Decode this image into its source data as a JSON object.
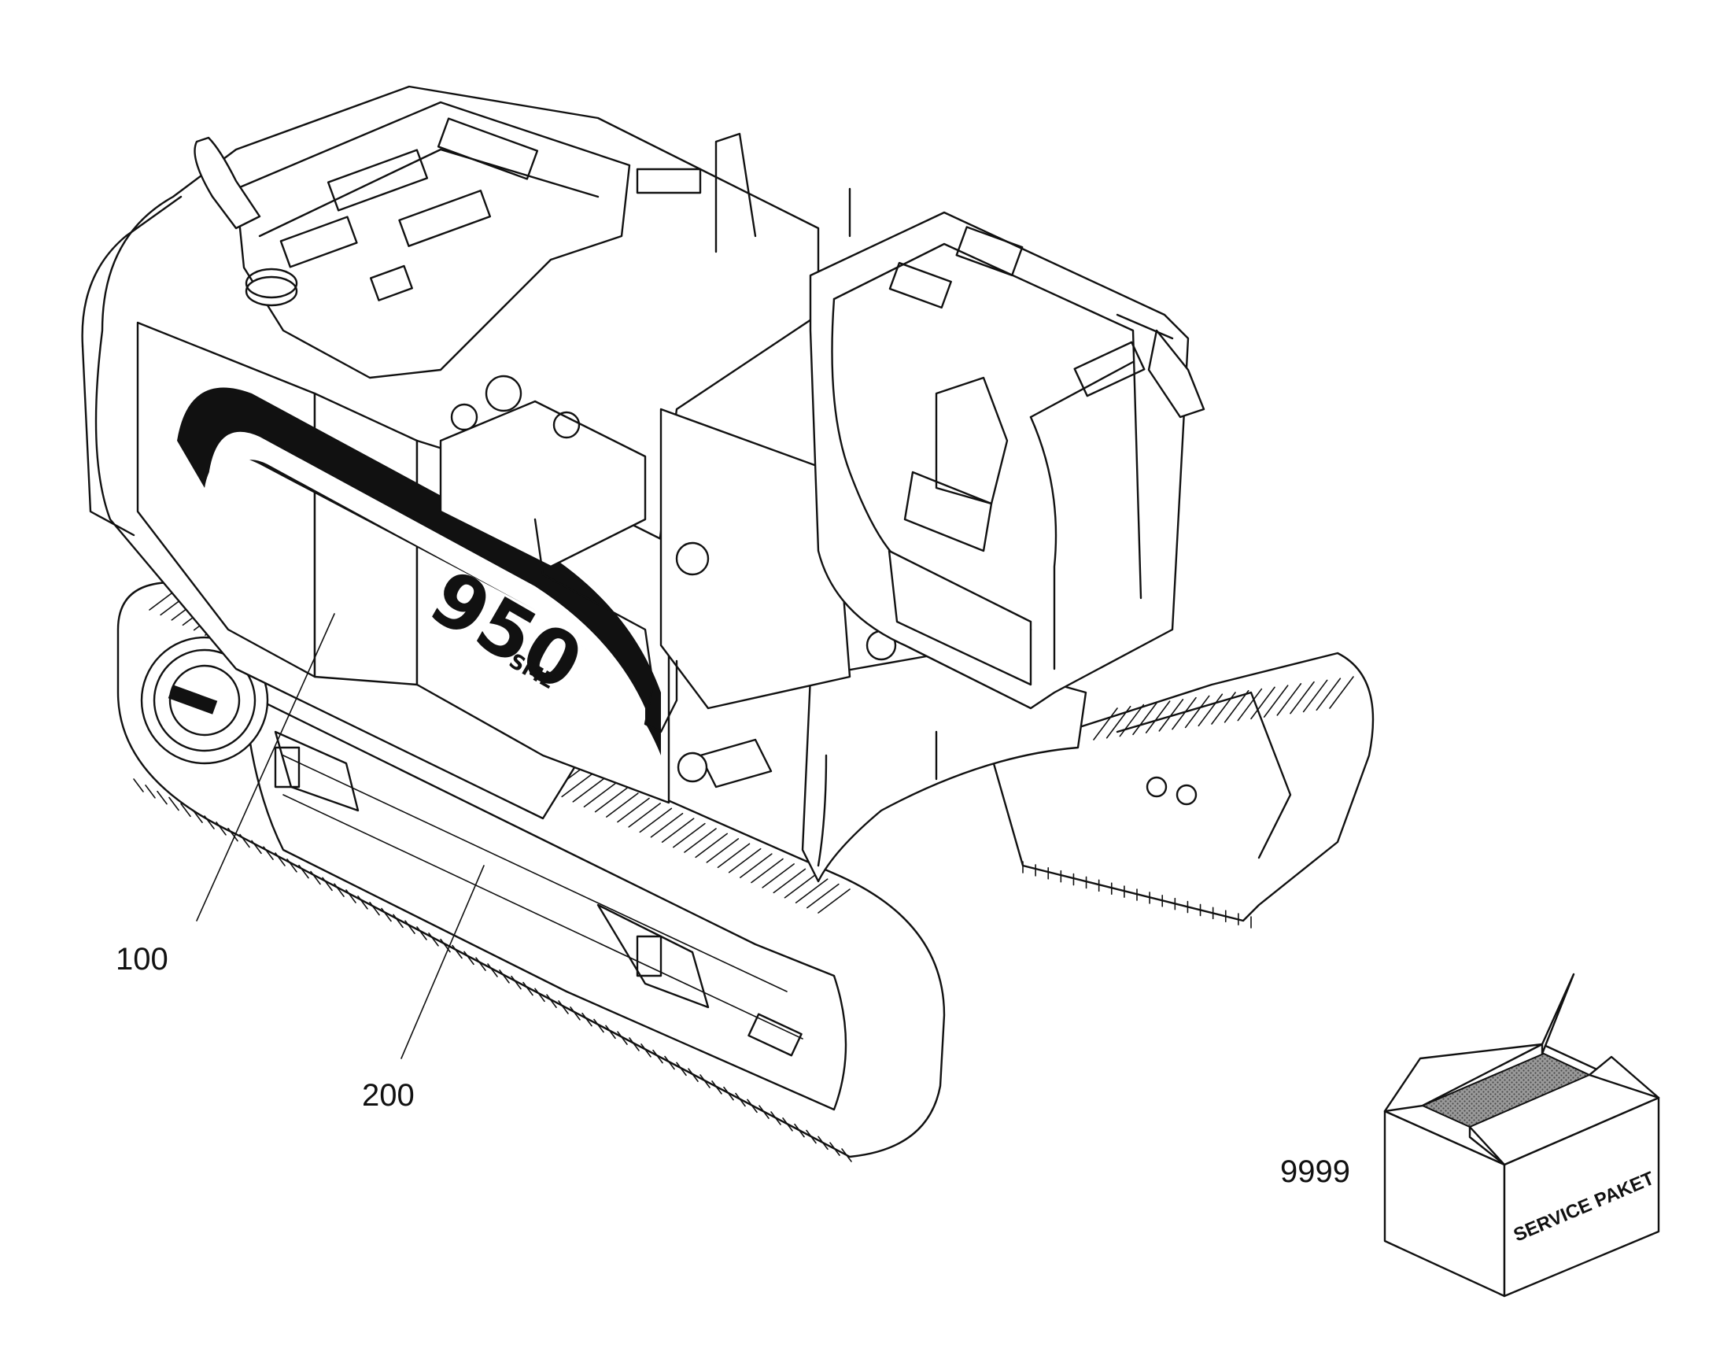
{
  "callouts": [
    {
      "id": "100",
      "label": "100"
    },
    {
      "id": "200",
      "label": "200"
    },
    {
      "id": "9999",
      "label": "9999"
    }
  ],
  "machine": {
    "model_number": "950",
    "model_suffix": "SME"
  },
  "service_box": {
    "label": "SERVICE PAKET"
  },
  "colors": {
    "line": "#111111",
    "background": "#ffffff",
    "box_shade": "#8a8a8a"
  }
}
